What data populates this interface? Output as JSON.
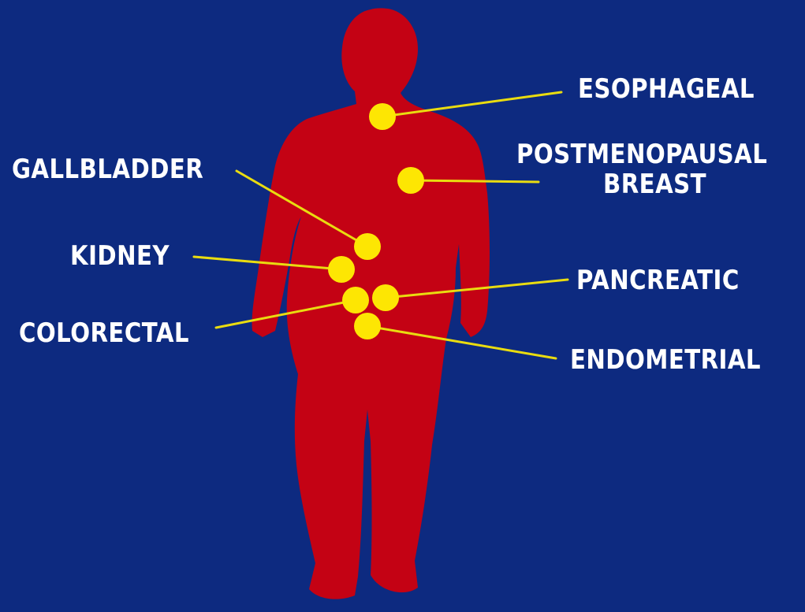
{
  "colors": {
    "background": "#0d2a80",
    "silhouette": "#c40214",
    "marker": "#fde603",
    "leader_line": "#e9dc10",
    "label_text": "#ffffff"
  },
  "labels": {
    "esophageal": "ESOPHAGEAL",
    "breast_line1": "POSTMENOPAUSAL",
    "breast_line2": "BREAST",
    "gallbladder": "GALLBLADDER",
    "kidney": "KIDNEY",
    "pancreatic": "PANCREATIC",
    "colorectal": "COLORECTAL",
    "endometrial": "ENDOMETRIAL"
  }
}
